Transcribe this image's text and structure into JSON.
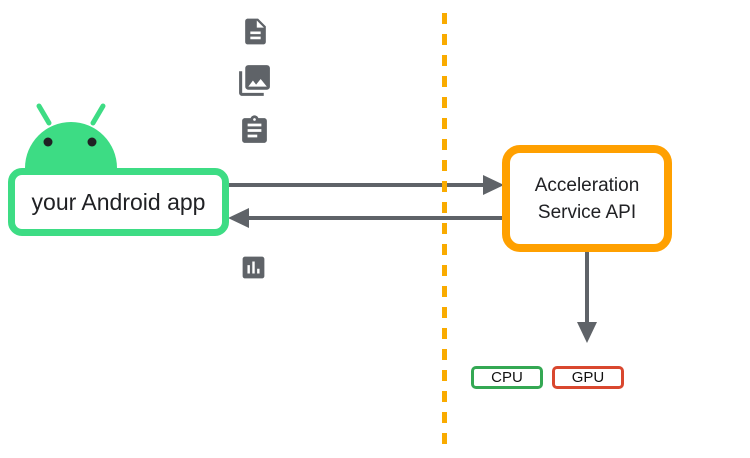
{
  "diagram": {
    "background_color": "#FFFFFF",
    "android_app": {
      "label": "your Android app",
      "border_color": "#3DDC84",
      "robot_color": "#3DDC84"
    },
    "data_icons": [
      {
        "name": "document-icon"
      },
      {
        "name": "photo-library-icon"
      },
      {
        "name": "clipboard-icon"
      },
      {
        "name": "bar-chart-icon"
      }
    ],
    "icon_color": "#5F6368",
    "arrows": {
      "color": "#5F6368",
      "items": [
        {
          "name": "app-to-service",
          "direction": "right"
        },
        {
          "name": "service-to-app",
          "direction": "left"
        },
        {
          "name": "service-to-hardware",
          "direction": "down"
        }
      ]
    },
    "boundary": {
      "style": "dashed-vertical",
      "color": "#F9AB00"
    },
    "acceleration_service": {
      "label_line1": "Acceleration",
      "label_line2": "Service API",
      "border_color": "#FFA000"
    },
    "hardware": [
      {
        "label": "CPU",
        "border_color": "#34A853"
      },
      {
        "label": "GPU",
        "border_color": "#D9472E"
      }
    ]
  }
}
